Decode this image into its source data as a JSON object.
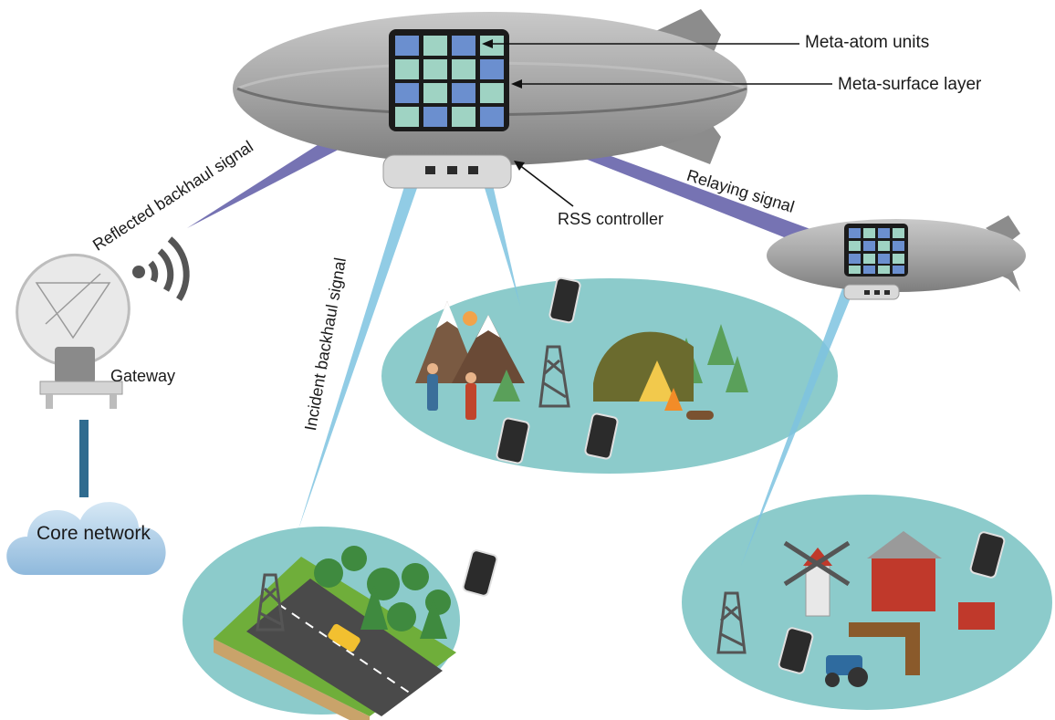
{
  "labels": {
    "meta_atom_units": "Meta-atom units",
    "meta_surface_layer": "Meta-surface layer",
    "rss_controller": "RSS controller",
    "relaying_signal": "Relaying signal",
    "reflected_backhaul_signal": "Reflected backhaul signal",
    "incident_backhaul_signal": "Incident backhaul signal",
    "gateway": "Gateway",
    "core_network": "Core network"
  },
  "colors": {
    "airship_body": "#a8a8a8",
    "airship_fin": "#8c8c8c",
    "metasurface_frame": "#1b1b1b",
    "meta_atom_teal": "#9fd3c3",
    "meta_atom_blue": "#6b8fcf",
    "relay_beam": "#5e5aa6",
    "downlink_beam": "#7ec3e0",
    "coverage_area": "#8ccbcb",
    "cloud": "#a9cbe6",
    "link": "#2f6b8f"
  },
  "icons": [
    "gateway-dish-icon",
    "wifi-signal-icon",
    "cloud-icon",
    "smartphone-icon",
    "cell-tower-icon",
    "tent-icon",
    "mountain-icon",
    "tree-icon",
    "car-icon",
    "windmill-icon",
    "barn-icon",
    "tractor-icon"
  ]
}
